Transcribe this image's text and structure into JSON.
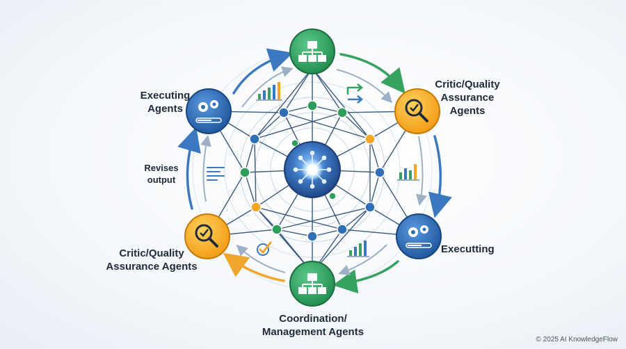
{
  "labels": {
    "executing_left": [
      "Executing",
      "Agents"
    ],
    "critic_right": [
      "Critic/Quality",
      "Assurance",
      "Agents"
    ],
    "critic_left": [
      "Critic/Quality",
      "Assurance Agents"
    ],
    "executing_right": "Executting",
    "revises": [
      "Revises",
      "output"
    ],
    "coordination": [
      "Coordination/",
      "Management Agents"
    ]
  },
  "copyright": "© 2025 AI KnowledgeFlow",
  "colors": {
    "green": "#2e9e5b",
    "blue": "#2f6fb6",
    "orange": "#f5a623",
    "hub": "#2b5da8",
    "line": "#3b5a80",
    "arrow_blue": "#3a78c2",
    "arrow_green": "#35a25f",
    "arrow_orange": "#f0a62a"
  },
  "icons": {
    "top_node": "hierarchy-icon",
    "bottom_node": "hierarchy-icon",
    "left_top_node": "gears-icon",
    "right_bottom_node": "gears-icon",
    "right_top_node": "magnifier-check-icon",
    "left_bottom_node": "magnifier-check-icon",
    "center_hub": "network-hub-icon"
  }
}
